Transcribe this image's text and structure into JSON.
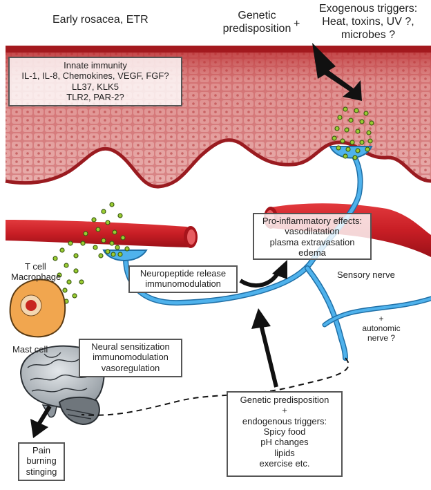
{
  "title": "Early rosacea, ETR",
  "top_trigger": {
    "genetic": [
      "Genetic",
      "predisposition"
    ],
    "plus": "+",
    "exogenous": [
      "Exogenous triggers:",
      "Heat, toxins, UV ?,",
      "microbes ?"
    ]
  },
  "innate_immunity": [
    "Innate immunity",
    "IL-1, IL-8, Chemokines, VEGF, FGF?",
    "LL37, KLK5",
    "TLR2, PAR-2?"
  ],
  "pro_inflammatory": [
    "Pro-inflammatory effects:",
    "vasodilatation",
    "plasma extravasation",
    "edema"
  ],
  "neuropeptide": [
    "Neuropeptide release",
    "immunomodulation"
  ],
  "cells": {
    "t_cell": "T cell",
    "macrophage": "Macrophage",
    "mast_cell": "Mast cell"
  },
  "sensory_nerve": "Sensory nerve",
  "autonomic": [
    "+",
    "autonomic",
    "nerve ?"
  ],
  "neural": [
    "Neural sensitization",
    "immunomodulation",
    "vasoregulation"
  ],
  "pain": [
    "Pain",
    "burning",
    "stinging"
  ],
  "bottom_trigger": [
    "Genetic predisposition",
    "+",
    "endogenous triggers:",
    "Spicy food",
    "pH changes",
    "lipids",
    "exercise etc."
  ],
  "colors": {
    "skin": "#c0383a",
    "skin_light": "#e8a0a0",
    "vessel": "#cc1f27",
    "nerve": "#3a9bd8",
    "granule": "#9acd32",
    "brain": "#b9c0c7",
    "mast_cell": "#f0a54a",
    "arrow": "#111111"
  },
  "icons": [
    "lightning-arrow-icon",
    "brain-icon",
    "mast-cell-icon"
  ]
}
